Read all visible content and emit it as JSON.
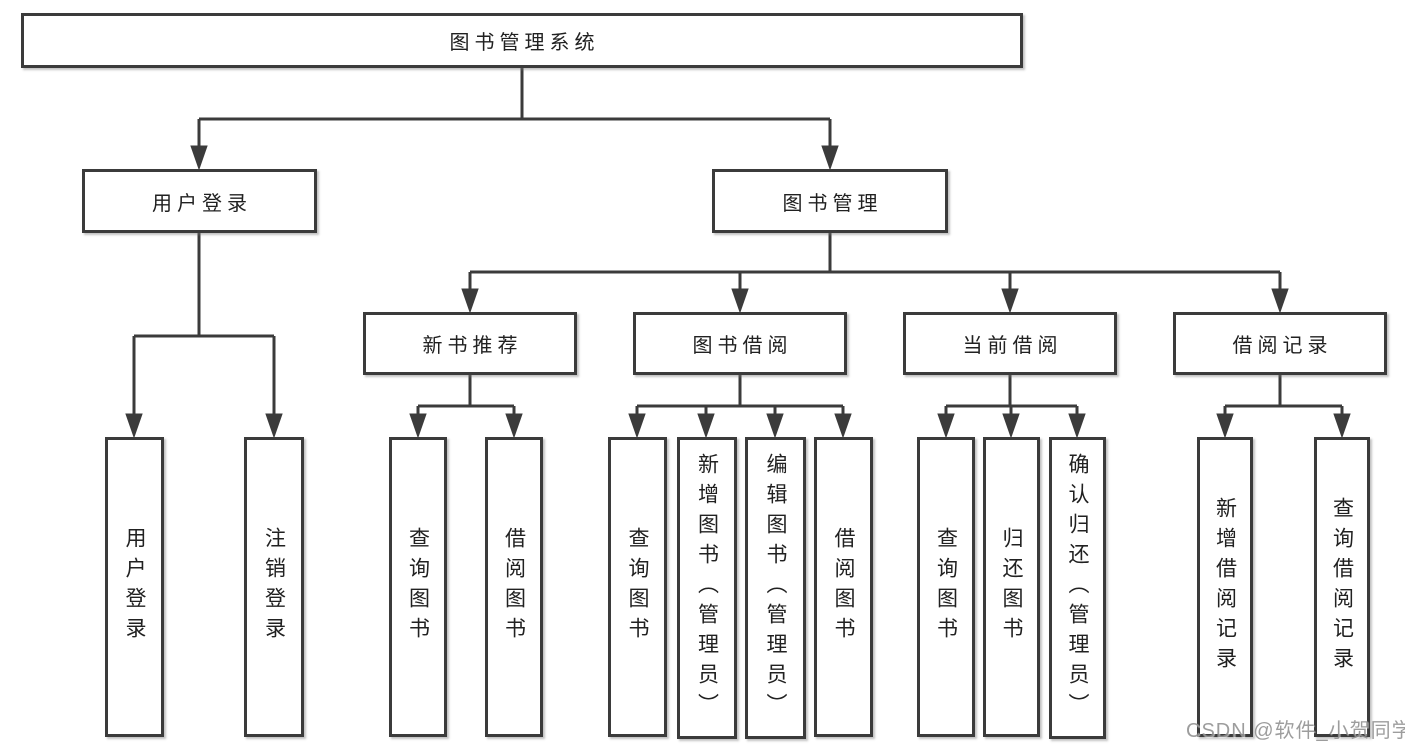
{
  "watermark": "CSDN @软件_小贺同学",
  "diagram": {
    "root": {
      "label": "图书管理系统"
    },
    "level2": [
      {
        "label": "用户登录",
        "children": [
          {
            "label": "用户登录"
          },
          {
            "label": "注销登录"
          }
        ]
      },
      {
        "label": "图书管理",
        "children": [
          {
            "label": "新书推荐",
            "children": [
              {
                "label": "查询图书"
              },
              {
                "label": "借阅图书"
              }
            ]
          },
          {
            "label": "图书借阅",
            "children": [
              {
                "label": "查询图书"
              },
              {
                "label": "新增图书（管理员）"
              },
              {
                "label": "编辑图书（管理员）"
              },
              {
                "label": "借阅图书"
              }
            ]
          },
          {
            "label": "当前借阅",
            "children": [
              {
                "label": "查询图书"
              },
              {
                "label": "归还图书"
              },
              {
                "label": "确认归还（管理员）"
              }
            ]
          },
          {
            "label": "借阅记录",
            "children": [
              {
                "label": "新增借阅记录"
              },
              {
                "label": "查询借阅记录"
              }
            ]
          }
        ]
      }
    ]
  }
}
